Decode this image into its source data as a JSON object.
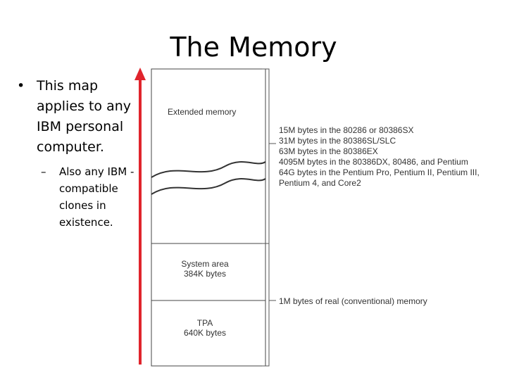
{
  "slide": {
    "title": "The Memory",
    "bullet": "This map applies to any IBM personal computer.",
    "sub_bullet": "Also any IBM -compatible clones in existence."
  },
  "diagram": {
    "extended_label": "Extended memory",
    "system_area": {
      "line1": "System area",
      "line2": "384K bytes"
    },
    "tpa": {
      "line1": "TPA",
      "line2": "640K bytes"
    },
    "extended_sizes": [
      "15M bytes in the 80286 or 80386SX",
      "31M bytes in the 80386SL/SLC",
      "63M bytes in the 80386EX",
      "4095M bytes in the 80386DX, 80486, and Pentium",
      "64G bytes in the Pentium Pro, Pentium II, Pentium III,",
      "Pentium 4, and Core2"
    ],
    "real_memory": "1M bytes of real (conventional) memory",
    "arrow_color": "#e0242c"
  }
}
